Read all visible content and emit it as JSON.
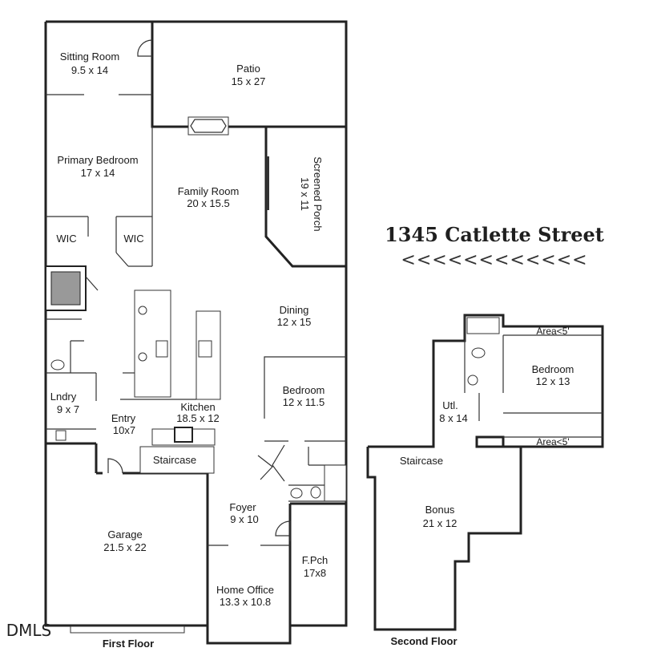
{
  "title": "1345 Catlette Street",
  "direction_chevrons": "<<<<<<<<<<<<",
  "watermark": "DMLS",
  "first_floor": {
    "label": "First Floor",
    "rooms": [
      {
        "name": "Sitting Room",
        "dims": "9.5 x 14"
      },
      {
        "name": "Patio",
        "dims": "15 x 27"
      },
      {
        "name": "Primary Bedroom",
        "dims": "17 x 14"
      },
      {
        "name": "Family Room",
        "dims": "20 x 15.5"
      },
      {
        "name": "Screened Porch",
        "dims": "19 x 11"
      },
      {
        "name": "WIC",
        "dims": ""
      },
      {
        "name": "WIC",
        "dims": ""
      },
      {
        "name": "Dining",
        "dims": "12 x 15"
      },
      {
        "name": "Bedroom",
        "dims": "12 x 11.5"
      },
      {
        "name": "Lndry",
        "dims": "9 x 7"
      },
      {
        "name": "Entry",
        "dims": "10x7"
      },
      {
        "name": "Kitchen",
        "dims": "18.5 x 12"
      },
      {
        "name": "Staircase",
        "dims": ""
      },
      {
        "name": "Foyer",
        "dims": "9 x 10"
      },
      {
        "name": "Garage",
        "dims": "21.5 x 22"
      },
      {
        "name": "F.Pch",
        "dims": "17x8"
      },
      {
        "name": "Home Office",
        "dims": "13.3 x 10.8"
      }
    ]
  },
  "second_floor": {
    "label": "Second Floor",
    "rooms": [
      {
        "name": "Area<5'",
        "dims": ""
      },
      {
        "name": "Bedroom",
        "dims": "12 x 13"
      },
      {
        "name": "Utl.",
        "dims": "8 x 14"
      },
      {
        "name": "Area<5'",
        "dims": ""
      },
      {
        "name": "Staircase",
        "dims": ""
      },
      {
        "name": "Bonus",
        "dims": "21 x 12"
      }
    ]
  }
}
